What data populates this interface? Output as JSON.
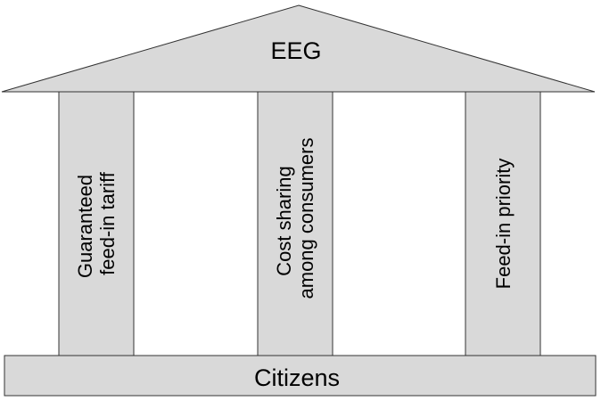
{
  "roof": {
    "label": "EEG"
  },
  "pillars": [
    {
      "lines": [
        "Guaranteed",
        "feed-in tariff"
      ]
    },
    {
      "lines": [
        "Cost sharing",
        "among consumers"
      ]
    },
    {
      "lines": [
        "Feed-in priority"
      ]
    }
  ],
  "base": {
    "label": "Citizens"
  },
  "colors": {
    "fill": "#d9d9d9",
    "stroke": "#333333",
    "text": "#000000"
  }
}
